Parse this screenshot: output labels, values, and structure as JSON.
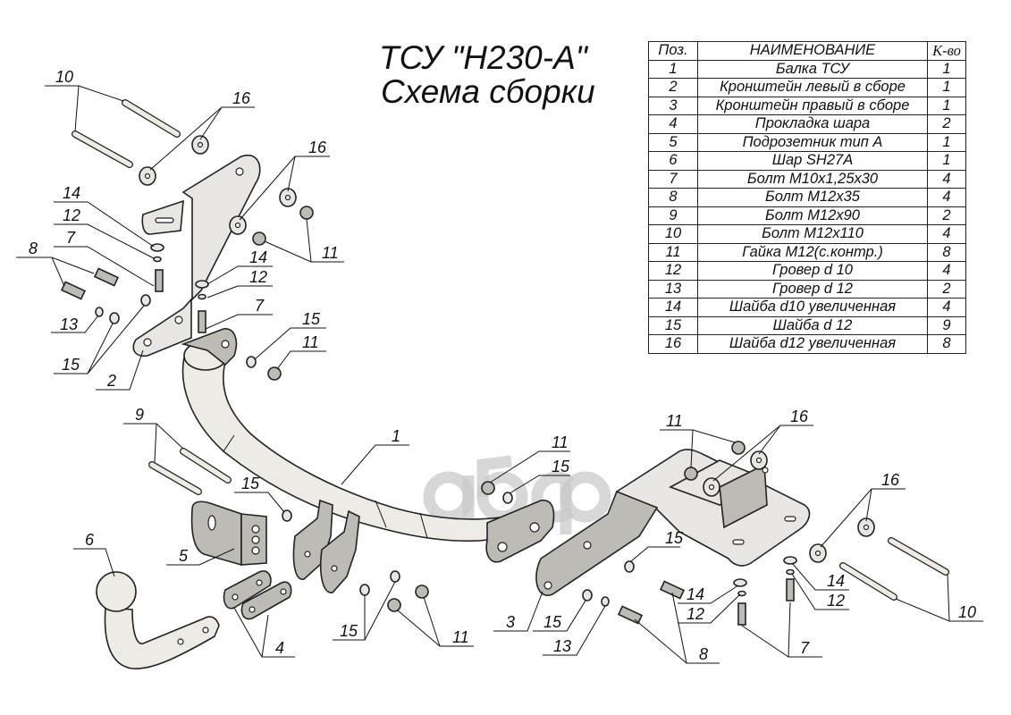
{
  "title": {
    "line1": "ТСУ \"H230-A\"",
    "line2": "Схема сборки"
  },
  "watermark": "aбcp",
  "parts_table": {
    "headers": {
      "pos": "Поз.",
      "name": "НАИМЕНОВАНИЕ",
      "qty": "К-во"
    },
    "rows": [
      {
        "pos": "1",
        "name": "Балка ТСУ",
        "qty": "1"
      },
      {
        "pos": "2",
        "name": "Кронштейн левый в сборе",
        "qty": "1"
      },
      {
        "pos": "3",
        "name": "Кронштейн правый в сборе",
        "qty": "1"
      },
      {
        "pos": "4",
        "name": "Прокладка шара",
        "qty": "2"
      },
      {
        "pos": "5",
        "name": "Подрозетник тип А",
        "qty": "1"
      },
      {
        "pos": "6",
        "name": "Шар SH27A",
        "qty": "1"
      },
      {
        "pos": "7",
        "name": "Болт М10х1,25х30",
        "qty": "4"
      },
      {
        "pos": "8",
        "name": "Болт М12х35",
        "qty": "4"
      },
      {
        "pos": "9",
        "name": "Болт М12х90",
        "qty": "2"
      },
      {
        "pos": "10",
        "name": "Болт М12х110",
        "qty": "4"
      },
      {
        "pos": "11",
        "name": "Гайка М12(с.контр.)",
        "qty": "8"
      },
      {
        "pos": "12",
        "name": "Гровер d 10",
        "qty": "4"
      },
      {
        "pos": "13",
        "name": "Гровер d 12",
        "qty": "2"
      },
      {
        "pos": "14",
        "name": "Шайба d10 увеличенная",
        "qty": "4"
      },
      {
        "pos": "15",
        "name": "Шайба d 12",
        "qty": "9"
      },
      {
        "pos": "16",
        "name": "Шайба d12 увеличенная",
        "qty": "8"
      }
    ]
  },
  "callouts": {
    "c10a": "10",
    "c16a": "16",
    "c16b": "16",
    "c14a": "14",
    "c12a": "12",
    "c7a": "7",
    "c8a": "8",
    "c13a": "13",
    "c15a": "15",
    "c2": "2",
    "c14b": "14",
    "c12b": "12",
    "c7b": "7",
    "c11a": "11",
    "c15b": "15",
    "c11b": "11",
    "c9": "9",
    "c1": "1",
    "c15c": "15",
    "c6": "6",
    "c5": "5",
    "c4": "4",
    "c15d": "15",
    "c11c": "11",
    "c11d": "11",
    "c15e": "15",
    "c11e": "11",
    "c16c": "16",
    "c15f": "15",
    "c16d": "16",
    "c3": "3",
    "c15g": "15",
    "c13b": "13",
    "c8b": "8",
    "c14c": "14",
    "c12c": "12",
    "c7c": "7",
    "c14d": "14",
    "c12d": "12",
    "c10b": "10"
  }
}
